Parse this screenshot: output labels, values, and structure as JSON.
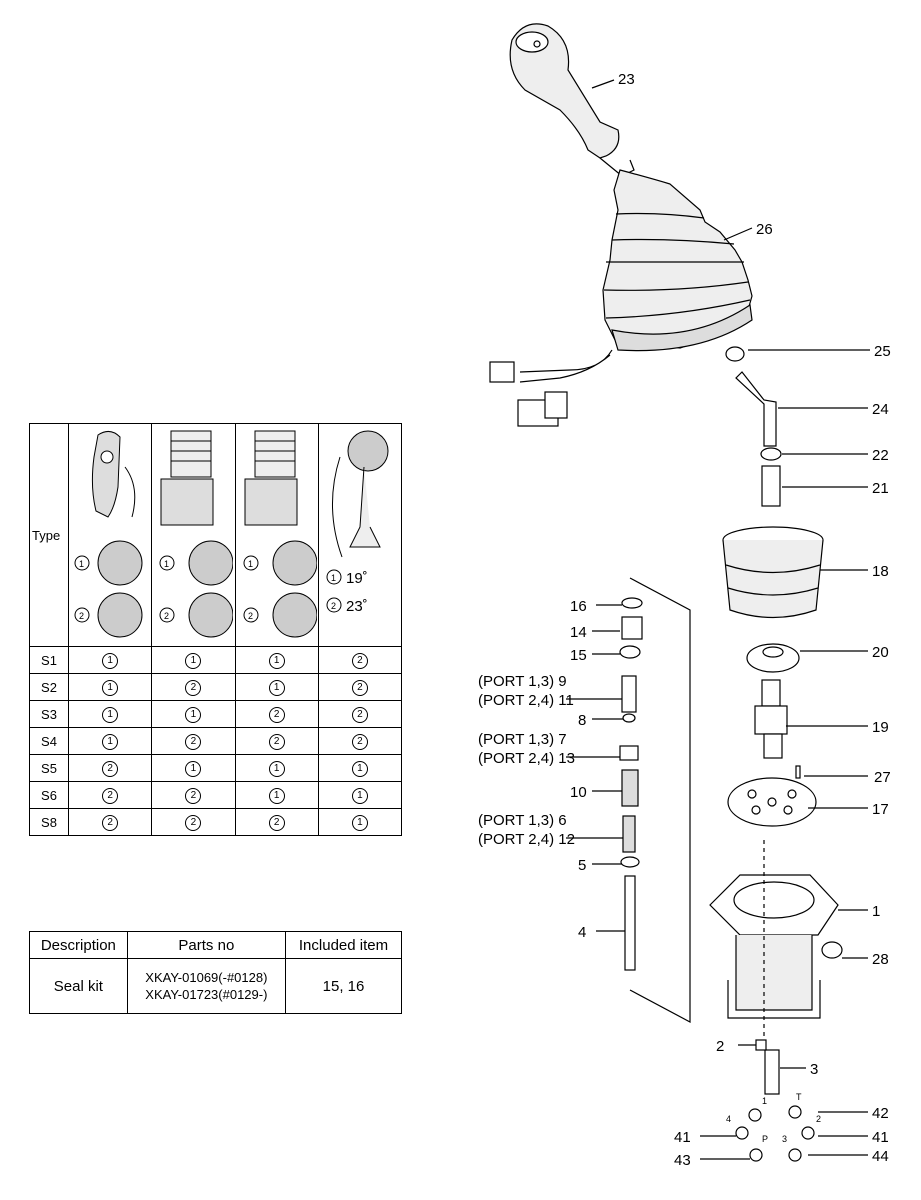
{
  "type_table": {
    "header_label": "Type",
    "angle_options": [
      {
        "num": "1",
        "text": "19˚"
      },
      {
        "num": "2",
        "text": "23˚"
      }
    ],
    "rows": [
      {
        "type": "S1",
        "values": [
          "1",
          "1",
          "1",
          "2"
        ]
      },
      {
        "type": "S2",
        "values": [
          "1",
          "2",
          "1",
          "2"
        ]
      },
      {
        "type": "S3",
        "values": [
          "1",
          "1",
          "2",
          "2"
        ]
      },
      {
        "type": "S4",
        "values": [
          "1",
          "2",
          "2",
          "2"
        ]
      },
      {
        "type": "S5",
        "values": [
          "2",
          "1",
          "1",
          "1"
        ]
      },
      {
        "type": "S6",
        "values": [
          "2",
          "2",
          "1",
          "1"
        ]
      },
      {
        "type": "S8",
        "values": [
          "2",
          "2",
          "2",
          "1"
        ]
      }
    ]
  },
  "seal_table": {
    "headers": [
      "Description",
      "Parts no",
      "Included item"
    ],
    "row": {
      "description": "Seal kit",
      "parts_no": [
        "XKAY-01069(-#0128)",
        "XKAY-01723(#0129-)"
      ],
      "included": "15, 16"
    }
  },
  "callouts": {
    "c23": "23",
    "c26": "26",
    "c25": "25",
    "c24": "24",
    "c22": "22",
    "c21": "21",
    "c18": "18",
    "c20": "20",
    "c19": "19",
    "c27": "27",
    "c17": "17",
    "c1": "1",
    "c28": "28",
    "c3": "3",
    "c2": "2",
    "c42": "42",
    "c41r": "41",
    "c44": "44",
    "c41l": "41",
    "c43": "43",
    "c16": "16",
    "c14": "14",
    "c15": "15",
    "c9": "(PORT 1,3)  9",
    "c11": "(PORT 2,4) 11",
    "c8": "8",
    "c7": "(PORT 1,3)  7",
    "c13": "(PORT 2,4) 13",
    "c10": "10",
    "c6": "(PORT 1,3)  6",
    "c12": "(PORT 2,4) 12",
    "c5": "5",
    "c4": "4",
    "port_1": "1",
    "port_t": "T",
    "port_2": "2",
    "port_4": "4",
    "port_3": "3",
    "port_p": "P"
  }
}
